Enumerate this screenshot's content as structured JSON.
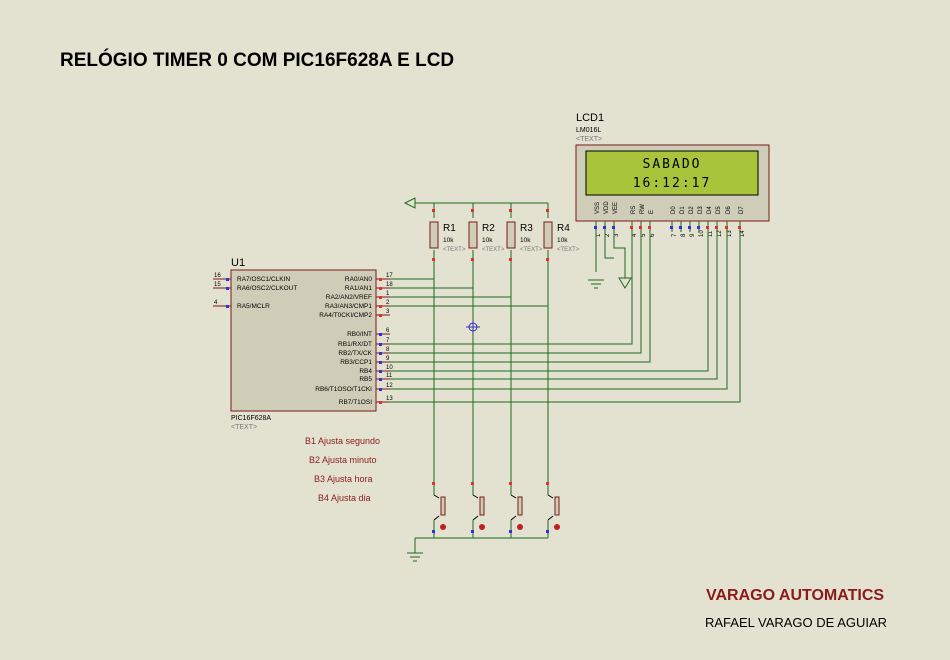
{
  "title": "RELÓGIO TIMER 0 COM PIC16F628A E LCD",
  "lcd": {
    "ref": "LCD1",
    "part": "LM016L",
    "text_tag": "<TEXT>",
    "line1": "SABADO",
    "line2": "16:12:17",
    "pin_names": [
      "VSS",
      "VDD",
      "VEE",
      "RS",
      "RW",
      "E",
      "D0",
      "D1",
      "D2",
      "D3",
      "D4",
      "D5",
      "D6",
      "D7"
    ],
    "pin_numbers": [
      "1",
      "2",
      "3",
      "4",
      "5",
      "6",
      "7",
      "8",
      "9",
      "10",
      "11",
      "12",
      "13",
      "14"
    ]
  },
  "mcu": {
    "ref": "U1",
    "part": "PIC16F628A",
    "text_tag": "<TEXT>",
    "left_pins": [
      {
        "num": "16",
        "name": "RA7/OSC1/CLKIN"
      },
      {
        "num": "15",
        "name": "RA6/OSC2/CLKOUT"
      },
      {
        "num": "4",
        "name": "RA5/MCLR"
      }
    ],
    "right_pins": [
      {
        "num": "17",
        "name": "RA0/AN0"
      },
      {
        "num": "18",
        "name": "RA1/AN1"
      },
      {
        "num": "1",
        "name": "RA2/AN2/VREF"
      },
      {
        "num": "2",
        "name": "RA3/AN3/CMP1"
      },
      {
        "num": "3",
        "name": "RA4/T0CKI/CMP2"
      },
      {
        "num": "6",
        "name": "RB0/INT"
      },
      {
        "num": "7",
        "name": "RB1/RX/DT"
      },
      {
        "num": "8",
        "name": "RB2/TX/CK"
      },
      {
        "num": "9",
        "name": "RB3/CCP1"
      },
      {
        "num": "10",
        "name": "RB4"
      },
      {
        "num": "11",
        "name": "RB5"
      },
      {
        "num": "12",
        "name": "RB6/T1OSO/T1CKI"
      },
      {
        "num": "13",
        "name": "RB7/T1OSI"
      }
    ]
  },
  "resistors": [
    {
      "ref": "R1",
      "value": "10k",
      "text_tag": "<TEXT>"
    },
    {
      "ref": "R2",
      "value": "10k",
      "text_tag": "<TEXT>"
    },
    {
      "ref": "R3",
      "value": "10k",
      "text_tag": "<TEXT>"
    },
    {
      "ref": "R4",
      "value": "10k",
      "text_tag": "<TEXT>"
    }
  ],
  "notes": [
    "B1 Ajusta segundo",
    "B2 Ajusta minuto",
    "B3 Ajusta hora",
    "B4 Ajusta dia"
  ],
  "brand": "VARAGO AUTOMATICS",
  "author": "RAFAEL VARAGO DE AGUIAR",
  "colors": {
    "background": "#e3e2d0",
    "wire": "#1e6b1e",
    "component": "#8a2020",
    "pin_red": "#e03030",
    "pin_blue": "#3030e0",
    "lcd_screen": "#a8c43a",
    "brand": "#8b1a1a"
  }
}
